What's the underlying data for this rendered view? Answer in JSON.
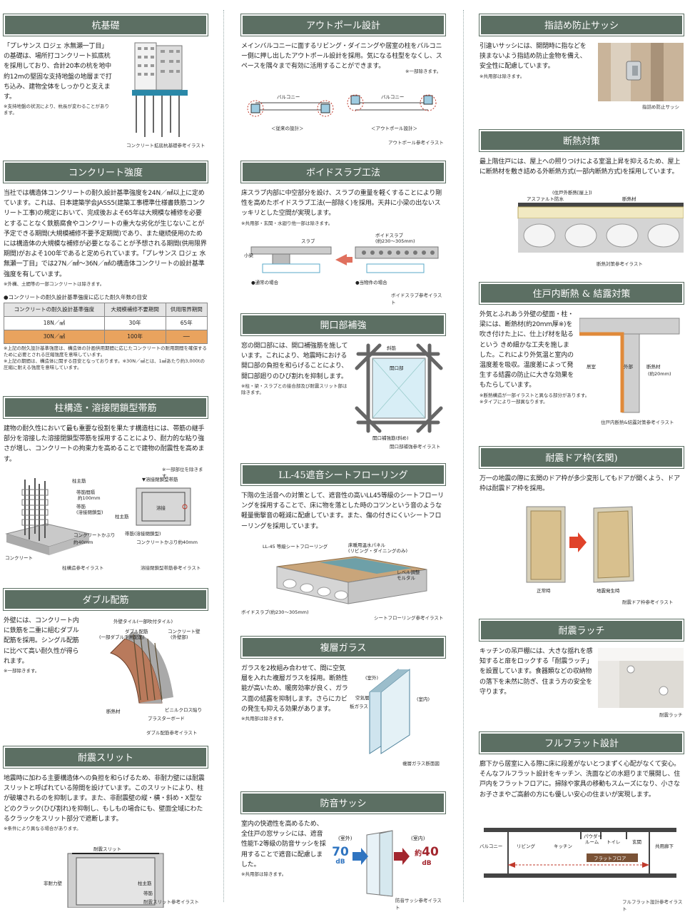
{
  "col1": {
    "pile": {
      "title": "杭基礎",
      "text": "「プレサンス ロジェ 水無瀬一丁目」の基礎は、場所打コンクリート拡底杭を採用しており、合計20本の杭を地中約12mの堅固な支持地盤の地層まで打ち込み、建物全体をしっかりと支えます。",
      "note": "※支持地盤の状況により、杭長が変わることがあります。",
      "caption": "コンクリート拡底杭基礎参考イラスト"
    },
    "concrete": {
      "title": "コンクリート強度",
      "text": "当社では構造体コンクリートの耐久設計基準強度を24N／㎟以上に定めています。これは、日本建築学会JASS5(建築工事標準仕様書鉄筋コンクリート工事)の規定において、完成後およそ65年は大規模な補修を必要とすることなく鉄筋腐食やコンクリートの重大な劣化が生じないことが予定できる期間(大規模補修不要予定期間)であり、また継続使用のためには構造体の大規模な補修が必要となることが予想される期間(供用限界期間)がおよそ100年であると定められています。「プレサンス ロジェ 水無瀬一丁目」では27N／㎟〜36N／㎟の構造体コンクリートの設計基準強度を有しています。",
      "note1": "※外構、土間等の一部コンクリートは除きます。",
      "table_title": "●コンクリートの耐久設計基準強度に応じた耐久年数の目安",
      "table_headers": [
        "コンクリートの耐久設計基準強度",
        "大規模補修不要期間",
        "供用限界期間"
      ],
      "table_rows": [
        [
          "18N／㎟",
          "30年",
          "65年"
        ],
        [
          "30N／㎟",
          "100年",
          "──"
        ]
      ],
      "note2": "※上記の耐久設計基準強度は、構造体の計画供用期間に応じたコンクリートの耐用期間を確保するために必要とされる圧縮強度を意味しています。",
      "note3": "※上記の期間は、構造体に関する目安となっております。※30N／㎟とは、1㎟あたり約3,000tの圧縮に耐える強度を意味しています。"
    },
    "column": {
      "title": "柱構造・溶接閉鎖型帯筋",
      "text": "建物の耐久性において最も重要な役割を果たす構造柱には、帯筋の継手部分を溶接した溶接閉鎖型帯筋を採用することにより、耐力的な粘り強さが増し、コンクリートの拘束力を高めることで建物の耐震性を高めます。",
      "note": "※一部部位を除きます。",
      "labels": [
        "柱主筋",
        "帯筋間隔",
        "約100mm",
        "帯筋",
        "(溶接閉鎖型)",
        "コンクリートかぶり",
        "約40mm",
        "コンクリート",
        "▼溶接閉鎖型帯筋",
        "溶接",
        "柱主筋",
        "帯筋(溶接閉鎖型)",
        "コンクリートかぶり約40mm"
      ],
      "caption1": "柱構造参考イラスト",
      "caption2": "溶接閉鎖型帯筋参考イラスト"
    },
    "double": {
      "title": "ダブル配筋",
      "text": "外壁には、コンクリート内に鉄筋を二重に組むダブル配筋を採用。シングル配筋に比べて高い耐久性が得られます。",
      "note": "※一部除きます。",
      "labels": [
        "外壁タイル(一部吹付タイル)",
        "ダブル配筋",
        "(一部ダブル千鳥配筋)",
        "コンクリート壁",
        "(外壁部)",
        "断熱材",
        "ビニルクロス貼り",
        "プラスターボード"
      ],
      "caption": "ダブル配筋参考イラスト"
    },
    "slit": {
      "title": "耐震スリット",
      "text": "地震時に加わる主要構造体への負担を和らげるため、非耐力壁には耐震スリットと呼ばれている隙間を設けています。このスリットにより、柱が破壊されるのを抑制します。また、非耐震壁の縦・横・斜め・X型などのクラック(ひび割れ)を抑制し、もしもの場合にも、壁面全域にわたるクラックをスリット部分で遮断します。",
      "note": "※条件により異なる場合があります。",
      "labels": [
        "耐震スリット",
        "非耐力壁",
        "柱主筋",
        "帯筋"
      ],
      "caption": "耐震スリット参考イラスト"
    }
  },
  "col2": {
    "outpole": {
      "title": "アウトポール設計",
      "text": "メインバルコニーに面するリビング・ダイニングや居室の柱をバルコニー側に押し出したアウトポール設計を採用。気になる柱型をなくし、スペースを隅々まで有効に活用することができます。",
      "note": "※一部除きます。",
      "labels": [
        "バルコニー",
        "＜従来の設計＞",
        "バルコニー",
        "＜アウトポール設計＞"
      ],
      "caption": "アウトポール参考イラスト"
    },
    "void": {
      "title": "ボイドスラブ工法",
      "text": "床スラブ内部に中空部分を設け、スラブの重量を軽くすることにより剛性を高めたボイドスラブ工法(一部除く)を採用。天井に小梁の出ないスッキリとした空間が実現します。",
      "note": "※共用部・玄関・水廻り他一部は除きます。",
      "labels": [
        "スラブ",
        "小梁",
        "ボイドスラブ",
        "(約230〜305mm)",
        "●通常の場合",
        "●当物件の場合"
      ],
      "caption": "ボイドスラブ参考イラスト"
    },
    "opening": {
      "title": "開口部補強",
      "text": "窓の開口部には、開口補強筋を施しています。これにより、地震時における開口部の負担を和らげることにより、開口部廻りのひび割れを抑制します。",
      "note": "※柱・梁・スラブとの接合部及び耐震スリット部は除きます。",
      "labels": [
        "斜筋",
        "開口部",
        "開口補強筋(斜め)"
      ],
      "caption": "開口部補強参考イラスト"
    },
    "ll45": {
      "title": "LL-45遮音シートフローリング",
      "text": "下階の生活音への対策として、遮音性の高いLL45等級のシートフローリングを採用することで、床に物を落とした時のコツンという音のような軽量衝撃音の軽減に配慮しています。また、傷の付きにくいシートフローリングを採用しています。",
      "labels": [
        "LL-45 等級シートフローリング",
        "床暖用温水パネル",
        "(リビング・ダイニングのみ)",
        "レベル調整",
        "モルタル",
        "ボイドスラブ(約230〜305mm)"
      ],
      "caption": "シートフローリング参考イラスト"
    },
    "glass": {
      "title": "複層ガラス",
      "text": "ガラスを2枚組み合わせて、間に空気層を入れた複層ガラスを採用。断熱性能が高いため、暖房効率が良く、ガラス面の結露を抑制します。さらにカビの発生も抑える効果があります。",
      "note": "※共用部は除きます。",
      "labels": [
        "(室外)",
        "空気層",
        "板ガラス",
        "(室内)"
      ],
      "caption": "複層ガラス断面図"
    },
    "sash": {
      "title": "防音サッシ",
      "text": "室内の快適性を高めるため、全住戸の窓サッシには、遮音性能T-2等級の防音サッシを採用することで遮音に配慮しました。",
      "note": "※共用部は除きます。",
      "outside": "(室外)",
      "inside": "(室内)",
      "db_out": "70",
      "db_in_prefix": "約",
      "db_in": "40",
      "db_unit": "dB",
      "caption": "防音サッシ参考イラスト"
    }
  },
  "col3": {
    "finger": {
      "title": "指詰め防止サッシ",
      "text": "引違いサッシには、開閉時に指などを挟まないよう指詰め防止金物を備え、安全性に配慮しています。",
      "note": "※共用部は除きます。",
      "caption": "指詰め防止サッシ"
    },
    "insul": {
      "title": "断熱対策",
      "text": "最上階住戸には、屋上への照りつけによる室温上昇を抑えるため、屋上に断熱材を敷き詰める外断熱方式(一部内断熱方式)を採用しています。",
      "labels": [
        "(住戸外断熱[屋上])",
        "アスファルト防水",
        "断熱材"
      ],
      "caption": "断熱対策参考イラスト"
    },
    "inner": {
      "title": "住戸内断熱 & 結露対策",
      "text": "外気とふれあう外壁の壁面・柱・梁には、断熱材(約20mm厚※)を吹き付けた上に、仕上げ材を貼るという きめ細かな工夫を施しました。これにより外気温と室内の温度差を吸収。温度差によって発生する結露の防止に大きな効果をもたらしています。",
      "note1": "※断熱構造が一部イラストと異なる部分があります。",
      "note2": "※タイプにより一部異なります。",
      "labels": [
        "居室",
        "外部",
        "断熱材",
        "(約20mm)"
      ],
      "caption": "住戸内断熱&結露対策参考イラスト"
    },
    "door": {
      "title": "耐震ドア枠(玄関)",
      "text": "万一の地震の際に玄関のドア枠が多少変形してもドアが開くよう、ドア枠は耐震ドア枠を採用。",
      "labels": [
        "正常時",
        "地震発生時"
      ],
      "caption": "耐震ドア枠参考イラスト"
    },
    "latch": {
      "title": "耐震ラッチ",
      "text": "キッチンの吊戸棚には、大きな揺れを感知すると扉をロックする「耐震ラッチ」を設置しています。食器類などの収納物の落下を未然に防ぎ、住まう方の安全を守ります。",
      "caption": "耐震ラッチ"
    },
    "flat": {
      "title": "フルフラット設計",
      "text": "廊下から居室に入る際に床に段差がないとつまずく心配がなくて安心。そんなフルフラット設計をキッチン、洗面などの水廻りまで展開し、住戸内をフラットフロアに。掃除や家具の移動もスムーズになり、小さなお子さまやご高齢の方にも優しい安心の住まいが実現します。",
      "labels": [
        "バルコニー",
        "リビング",
        "キッチン",
        "パウダー",
        "ルーム",
        "トイレ",
        "玄関",
        "共用廊下",
        "フラットフロア"
      ],
      "caption": "フルフラット設計参考イラスト"
    }
  },
  "colors": {
    "header": "#5c6f63",
    "accent_red": "#c0392b",
    "accent_blue": "#2f74c0",
    "table_highlight": "#e9a35e"
  }
}
